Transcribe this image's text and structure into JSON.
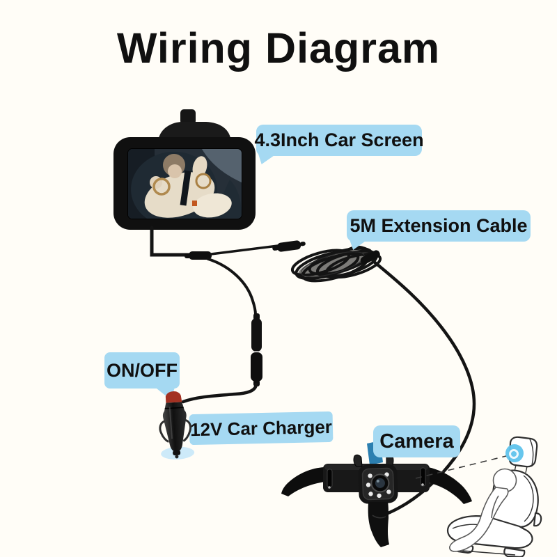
{
  "title": "Wiring Diagram",
  "labels": {
    "screen": "4.3Inch Car Screen",
    "extension_cable": "5M Extension Cable",
    "power_switch": "ON/OFF",
    "car_charger": "12V Car Charger",
    "camera": "Camera"
  },
  "colors": {
    "background": "#fffdf7",
    "label_bg": "#a5d9f2",
    "text": "#101010",
    "cable_black": "#141414",
    "highlight_blue": "#5fc3ec",
    "strap_blue": "#2c7fb0",
    "charger_tip_red": "#a33122"
  }
}
